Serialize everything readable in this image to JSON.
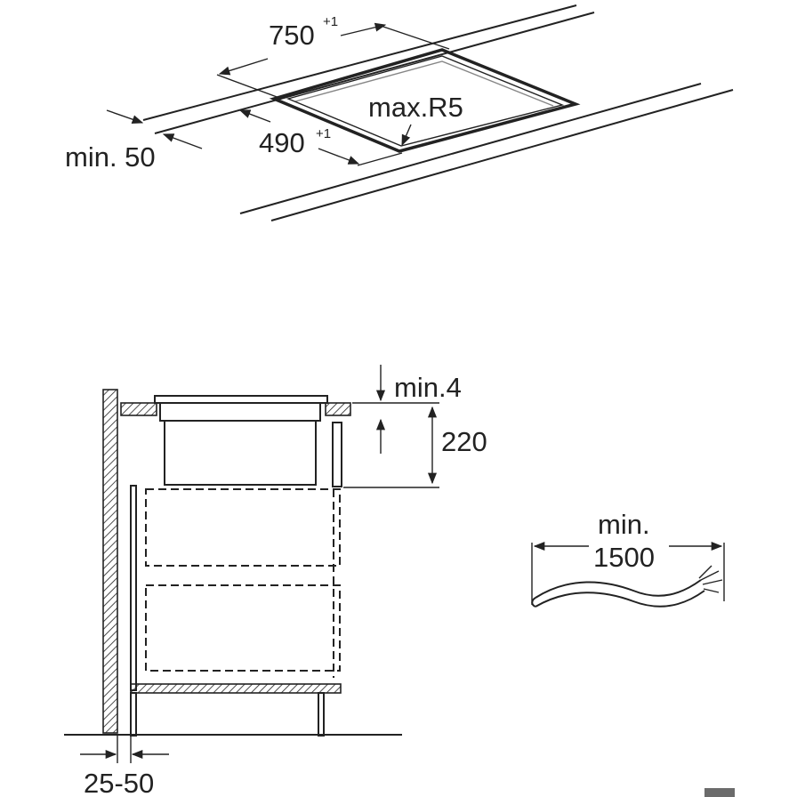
{
  "top_view": {
    "width_label": "750",
    "width_tolerance": "+1",
    "depth_label": "490",
    "depth_tolerance": "+1",
    "radius_label": "max.R5",
    "edge_distance_label": "min. 50"
  },
  "side_view": {
    "gap_label": "min.4",
    "height_label": "220",
    "wall_gap_label": "25-50"
  },
  "cable": {
    "label_line1": "min.",
    "label_line2": "1500"
  },
  "colors": {
    "ink": "#222222",
    "background": "#ffffff"
  }
}
